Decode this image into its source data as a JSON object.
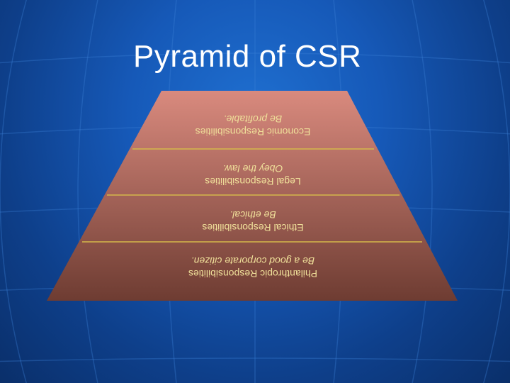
{
  "slide": {
    "title": "Pyramid of CSR"
  },
  "pyramid": {
    "tiers": [
      {
        "heading": "Economic Responsibilities",
        "subtext": "Be profitable."
      },
      {
        "heading": "Legal Responsibilities",
        "subtext": "Obey the law."
      },
      {
        "heading": "Ethical Responsibilities",
        "subtext": "Be ethical."
      },
      {
        "heading": "Philanthropic Responsibilities",
        "subtext": "Be a good corporate citizen."
      }
    ],
    "colors": {
      "top": "#d98a7e",
      "bottom": "#6e3c32",
      "divider": "#d4b84a",
      "text": "#f0e09a"
    }
  }
}
